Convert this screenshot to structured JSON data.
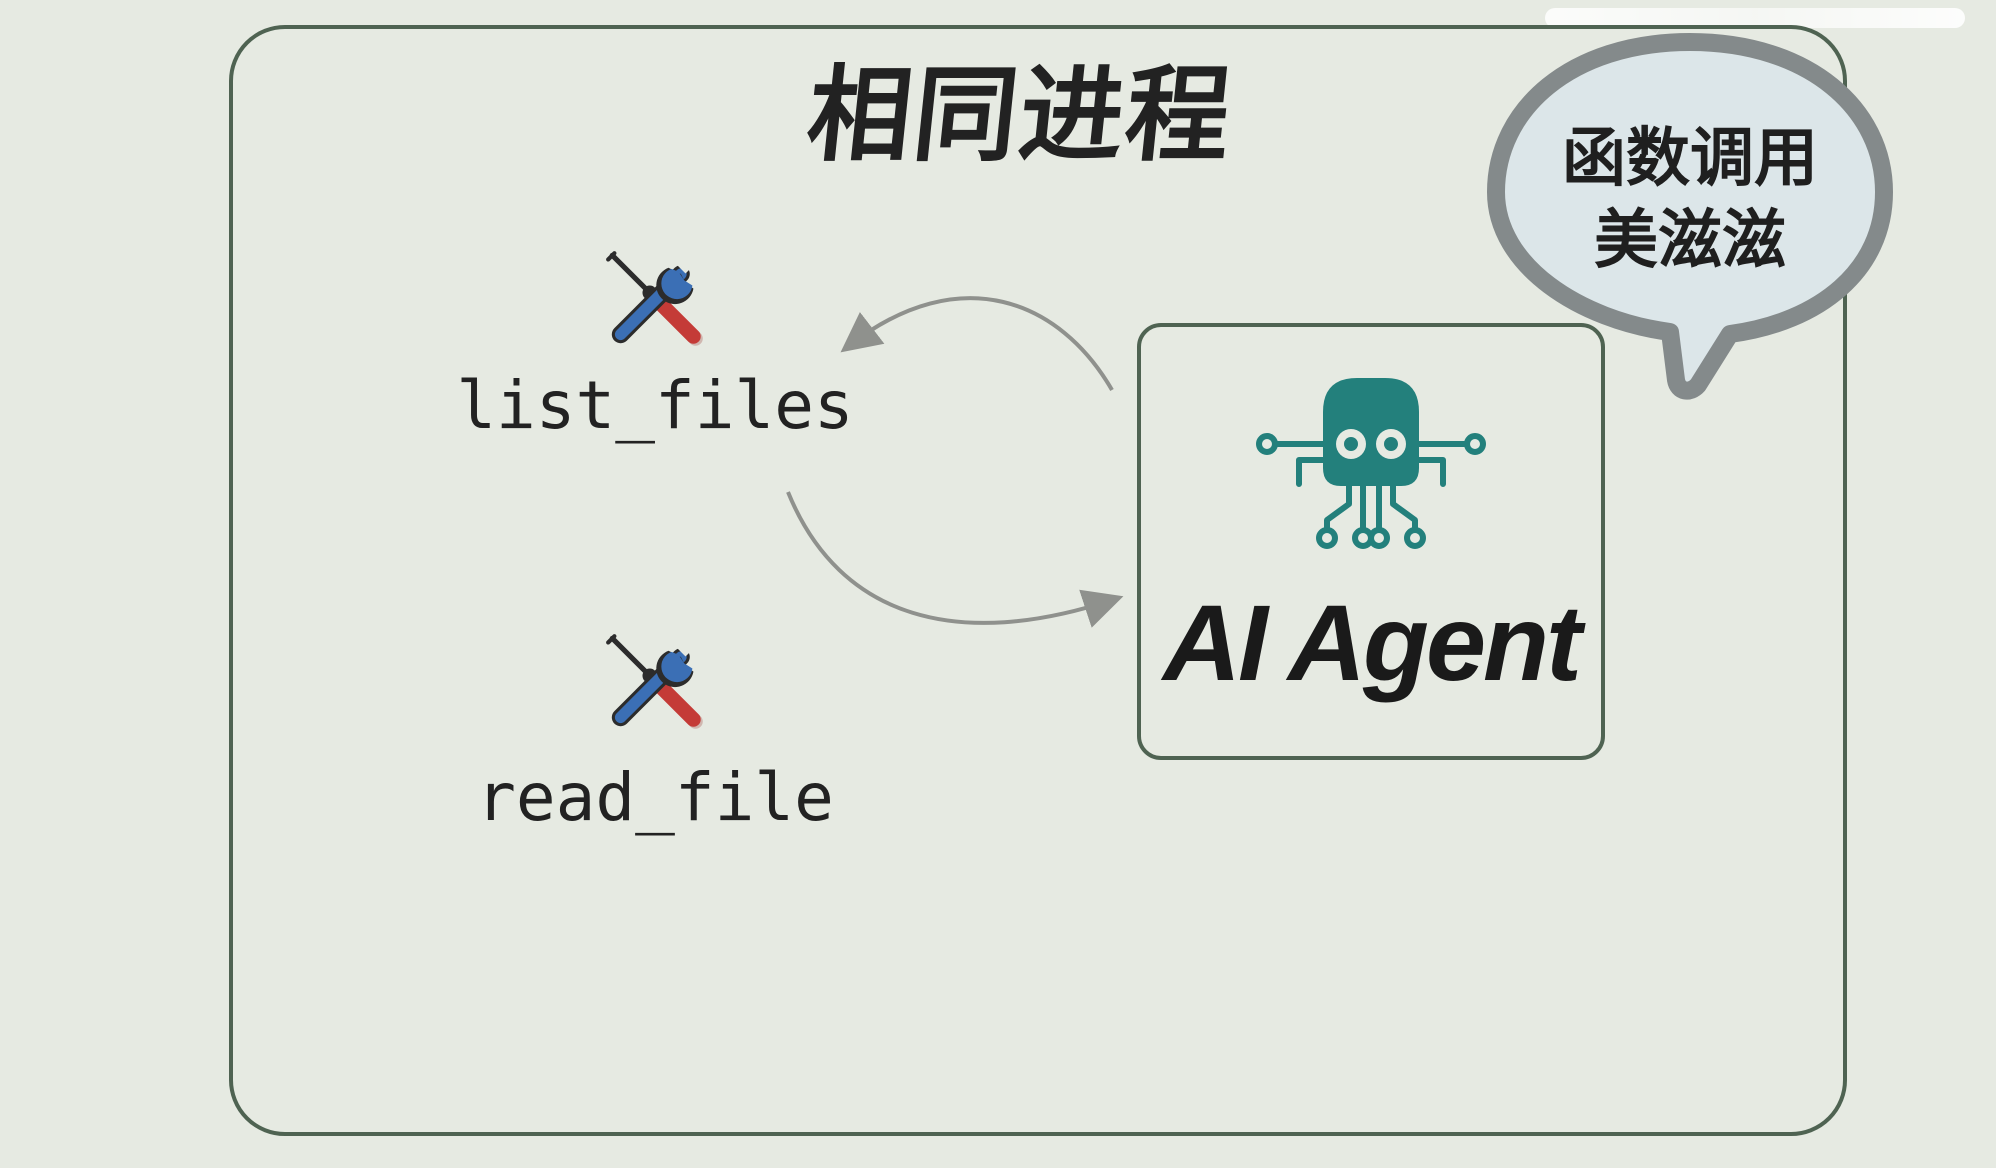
{
  "title": "相同进程",
  "tools": [
    {
      "name": "list_files",
      "icon": "hammer-wrench-tool-icon"
    },
    {
      "name": "read_file",
      "icon": "hammer-wrench-tool-icon"
    }
  ],
  "agent": {
    "label": "AI Agent",
    "icon": "octopus-circuit-icon"
  },
  "bubble": {
    "line1": "函数调用",
    "line2": "美滋滋"
  },
  "colors": {
    "background": "#e6eae2",
    "frame": "#4f6352",
    "agent_teal": "#23807c",
    "arrow_gray": "#8f918d",
    "bubble_fill": "#dce6e9",
    "bubble_border": "#848a8b",
    "screwdriver_red": "#d64541",
    "wrench_blue": "#3b6fb5"
  }
}
